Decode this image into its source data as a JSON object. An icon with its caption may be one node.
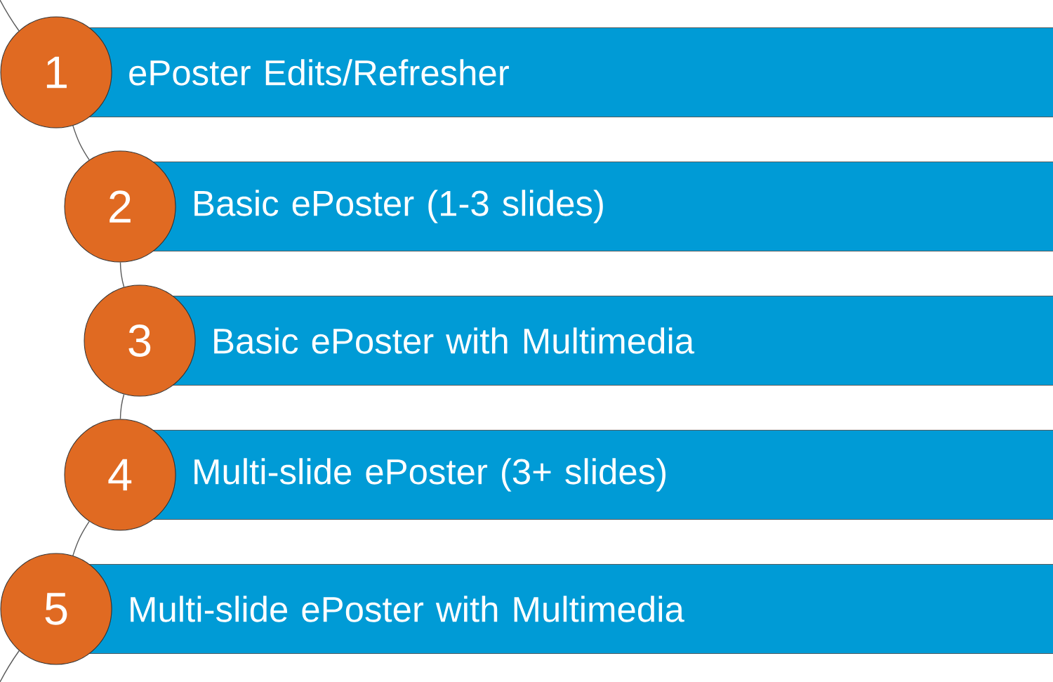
{
  "diagram": {
    "nodes": [
      {
        "text": [
          "1"
        ]
      },
      {
        "text": [
          "ePoster Edits/Refresher"
        ]
      },
      {
        "text": [
          "2"
        ]
      },
      {
        "text": [
          "Basic ePoster (1-3 slides)"
        ]
      },
      {
        "text": [
          "3"
        ]
      },
      {
        "text": [
          "Basic ePoster with Multimedia"
        ]
      },
      {
        "text": [
          "4"
        ]
      },
      {
        "text": [
          "Multi-slide ePoster (3+ slides)"
        ]
      },
      {
        "text": [
          "5"
        ]
      },
      {
        "text": [
          "Multi-slide ePoster with Multimedia"
        ]
      }
    ],
    "edges": [
      {
        "from": 0,
        "to": 2,
        "arrow": "none"
      },
      {
        "from": 2,
        "to": 4,
        "arrow": "none"
      },
      {
        "from": 4,
        "to": 6,
        "arrow": "none"
      },
      {
        "from": 6,
        "to": 8,
        "arrow": "none"
      }
    ]
  }
}
